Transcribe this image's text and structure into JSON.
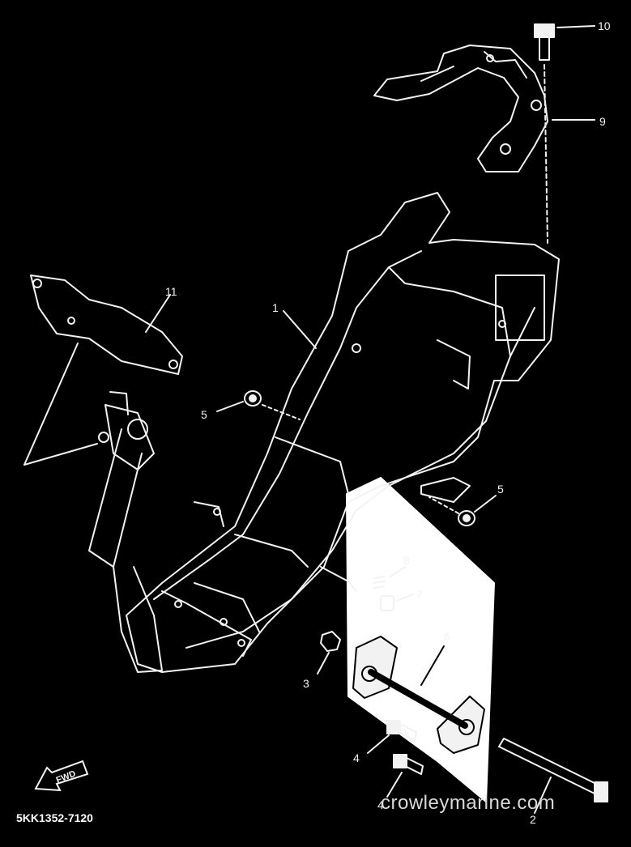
{
  "diagram": {
    "part_code": "5KK1352-7120",
    "watermark": "crowleymarine.com",
    "fwd_label": "FWD",
    "callouts": [
      {
        "id": "c10",
        "label": "10"
      },
      {
        "id": "c9",
        "label": "9"
      },
      {
        "id": "c11",
        "label": "11"
      },
      {
        "id": "c1",
        "label": "1"
      },
      {
        "id": "c5a",
        "label": "5"
      },
      {
        "id": "c5b",
        "label": "5"
      },
      {
        "id": "c8",
        "label": "8"
      },
      {
        "id": "c7",
        "label": "7"
      },
      {
        "id": "c6",
        "label": "6"
      },
      {
        "id": "c3",
        "label": "3"
      },
      {
        "id": "c4a",
        "label": "4"
      },
      {
        "id": "c4b",
        "label": "4"
      },
      {
        "id": "c2",
        "label": "2"
      }
    ]
  },
  "colors": {
    "background": "#000000",
    "line": "#f2f2f2",
    "panel": "#ffffff"
  }
}
